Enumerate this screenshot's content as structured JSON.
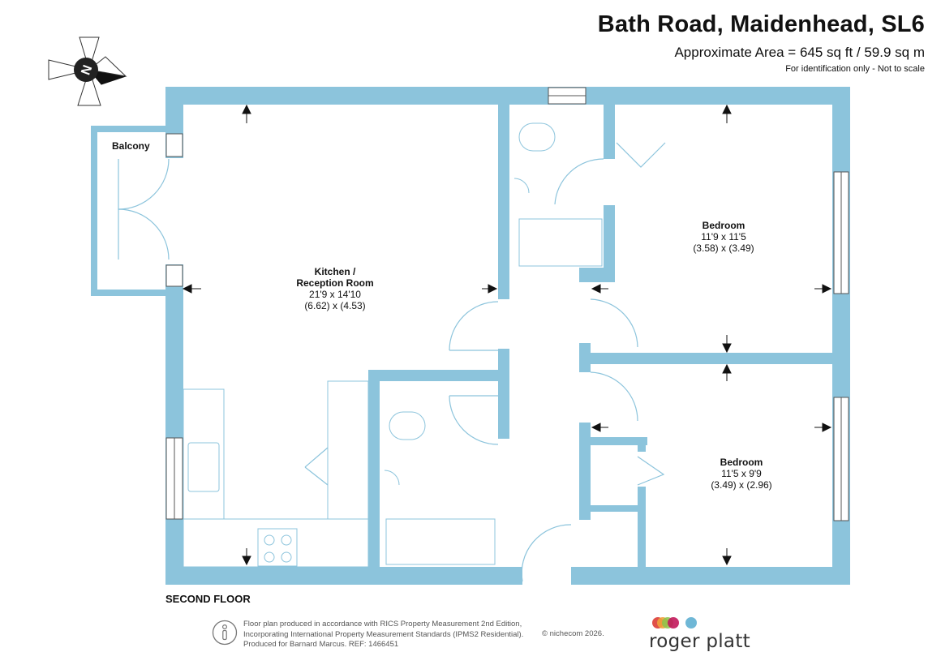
{
  "header": {
    "title": "Bath Road, Maidenhead, SL6",
    "area": "Approximate Area = 645 sq ft / 59.9 sq m",
    "scale_note": "For identification only - Not to scale"
  },
  "compass": {
    "direction_letter": "N"
  },
  "rooms": {
    "balcony": {
      "name": "Balcony"
    },
    "kitchen": {
      "name_line1": "Kitchen /",
      "name_line2": "Reception Room",
      "imperial": "21'9 x 14'10",
      "metric": "(6.62) x (4.53)"
    },
    "bedroom1": {
      "name": "Bedroom",
      "imperial": "11'9 x 11'5",
      "metric": "(3.58) x (3.49)"
    },
    "bedroom2": {
      "name": "Bedroom",
      "imperial": "11'5 x 9'9",
      "metric": "(3.49) x (2.96)"
    }
  },
  "floor_label": "SECOND FLOOR",
  "footer": {
    "line1": "Floor plan produced in accordance with RICS Property Measurement 2nd Edition,",
    "line2": "Incorporating International Property Measurement Standards (IPMS2 Residential).",
    "line3": "Produced for Barnard Marcus.   REF:  1466451",
    "copyright": "© nichecom 2026."
  },
  "brand": {
    "name": "roger platt",
    "dot_colors": [
      "#e0504a",
      "#f0a23c",
      "#8bc34a",
      "#c2185b",
      "#6fb7d6"
    ]
  },
  "colors": {
    "wall": "#8cc4dc",
    "fixture_line": "#8cc4dc",
    "text": "#111111"
  }
}
